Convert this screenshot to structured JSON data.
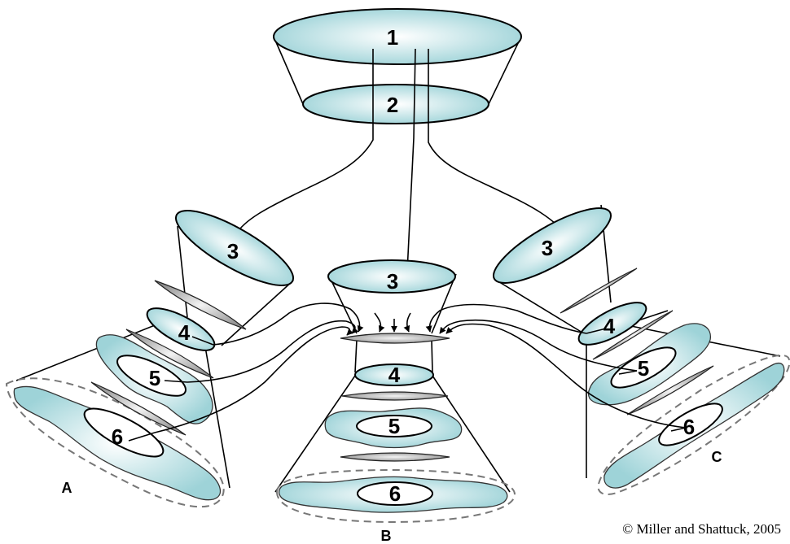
{
  "labels": {
    "plane1": "1",
    "plane2": "2",
    "plane3": "3",
    "plane4": "4",
    "plane5": "5",
    "plane6": "6"
  },
  "groups": {
    "a": "A",
    "b": "B",
    "c": "C"
  },
  "copyright": "© Miller and Shattuck, 2005",
  "colors": {
    "ellipse_center": "#ffffff",
    "ellipse_edge": "#9ed3d8",
    "lens_center": "#f2f2f2",
    "lens_edge": "#8a8a8a",
    "dashed_outline": "#777777"
  }
}
